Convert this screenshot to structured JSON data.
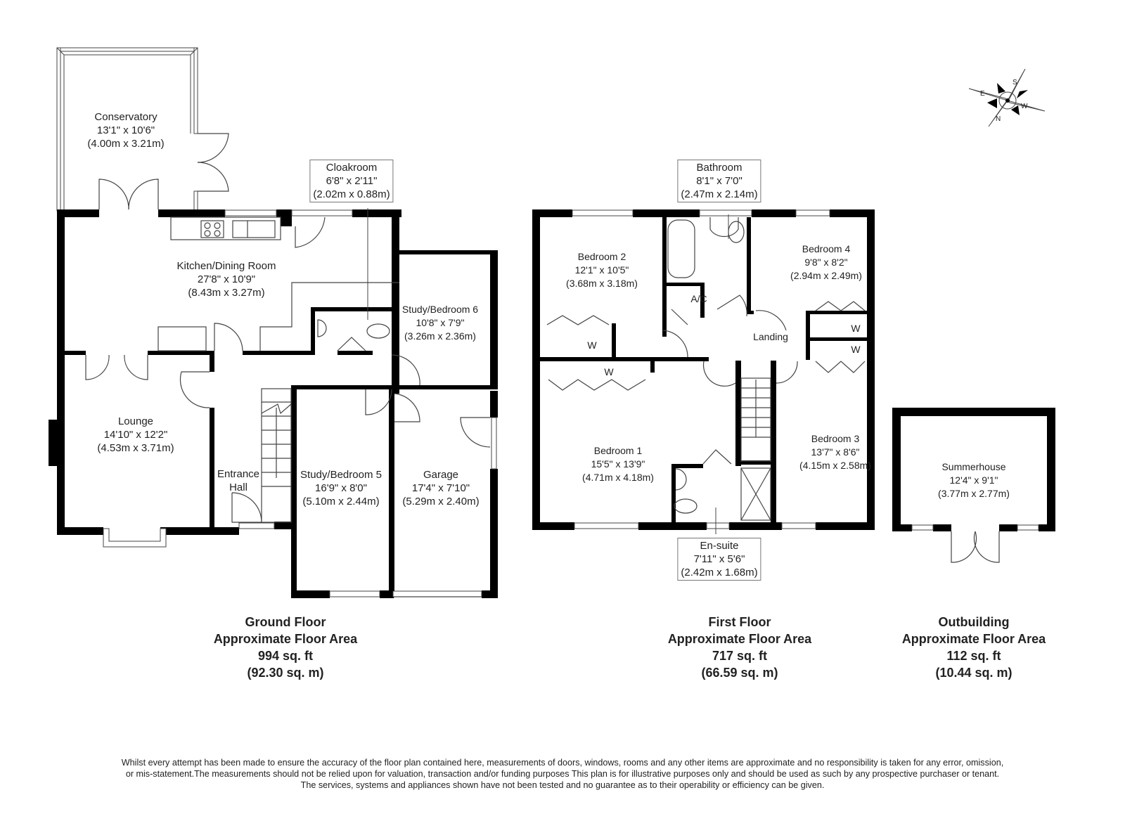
{
  "ground_floor": {
    "rooms": [
      {
        "name": "Conservatory",
        "imperial": "13'1\" x 10'6\"",
        "metric": "(4.00m x 3.21m)"
      },
      {
        "name": "Cloakroom",
        "imperial": "6'8\" x 2'11\"",
        "metric": "(2.02m x 0.88m)"
      },
      {
        "name": "Kitchen/Dining Room",
        "imperial": "27'8\" x 10'9\"",
        "metric": "(8.43m x 3.27m)"
      },
      {
        "name": "Study/Bedroom 6",
        "imperial": "10'8\" x 7'9\"",
        "metric": "(3.26m x 2.36m)"
      },
      {
        "name": "Lounge",
        "imperial": "14'10\" x 12'2\"",
        "metric": "(4.53m x 3.71m)"
      },
      {
        "name_line1": "Entrance",
        "name_line2": "Hall"
      },
      {
        "name": "Study/Bedroom 5",
        "imperial": "16'9\" x 8'0\"",
        "metric": "(5.10m x 2.44m)"
      },
      {
        "name": "Garage",
        "imperial": "17'4\" x 7'10\"",
        "metric": "(5.29m x 2.40m)"
      }
    ],
    "summary": {
      "title": "Ground Floor",
      "subtitle": "Approximate Floor Area",
      "sqft": "994 sq. ft",
      "sqm": "(92.30 sq. m)"
    }
  },
  "first_floor": {
    "rooms": [
      {
        "name": "Bathroom",
        "imperial": "8'1\" x 7'0\"",
        "metric": "(2.47m x 2.14m)"
      },
      {
        "name": "Bedroom 2",
        "imperial": "12'1\" x 10'5\"",
        "metric": "(3.68m x 3.18m)"
      },
      {
        "name": "Bedroom 4",
        "imperial": "9'8\" x 8'2\"",
        "metric": "(2.94m x 2.49m)"
      },
      {
        "name": "Landing"
      },
      {
        "name": "A/C"
      },
      {
        "name": "Bedroom 1",
        "imperial": "15'5\" x 13'9\"",
        "metric": "(4.71m x 4.18m)"
      },
      {
        "name": "Bedroom 3",
        "imperial": "13'7\" x 8'6\"",
        "metric": "(4.15m x 2.58m)"
      },
      {
        "name": "En-suite",
        "imperial": "7'11\" x 5'6\"",
        "metric": "(2.42m x 1.68m)"
      }
    ],
    "wardrobe_label": "W",
    "summary": {
      "title": "First Floor",
      "subtitle": "Approximate Floor Area",
      "sqft": "717 sq. ft",
      "sqm": "(66.59 sq. m)"
    }
  },
  "outbuilding": {
    "rooms": [
      {
        "name": "Summerhouse",
        "imperial": "12'4\" x 9'1\"",
        "metric": "(3.77m x 2.77m)"
      }
    ],
    "summary": {
      "title": "Outbuilding",
      "subtitle": "Approximate Floor Area",
      "sqft": "112 sq. ft",
      "sqm": "(10.44 sq. m)"
    }
  },
  "compass": {
    "icon": "compass-rose-icon",
    "labels": {
      "n": "N",
      "s": "S",
      "e": "E",
      "w": "W"
    }
  },
  "disclaimer": [
    "Whilst every attempt has been made to ensure the accuracy of the floor plan contained here, measurements of doors, windows, rooms and any other items are approximate and no responsibility is taken for any error, omission,",
    "or mis-statement.The measurements should not be relied upon for valuation, transaction and/or funding purposes This plan is for illustrative purposes only and should be used as such by any prospective purchaser or tenant.",
    "The services, systems and appliances shown have not been tested and no guarantee as to their operability or efficiency can be given."
  ]
}
